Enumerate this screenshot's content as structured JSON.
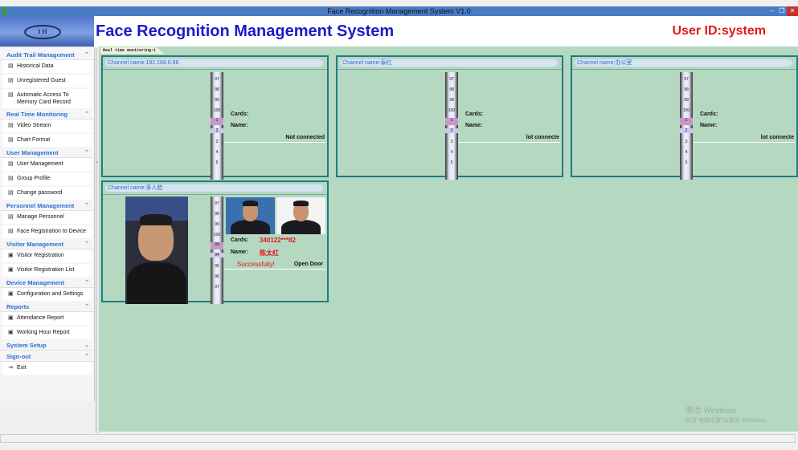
{
  "window": {
    "title": "Face Recognition Management System V1.0",
    "buttons": [
      "‒",
      "❐",
      "✕"
    ]
  },
  "logo": {
    "text": "I H"
  },
  "header": {
    "title": "Face Recognition Management System",
    "user": "User ID:system"
  },
  "sidebar": {
    "sections": [
      {
        "title": "Audit Trail Management",
        "chevron": "⌃",
        "items": [
          "Historical Data",
          "Unregistered Guest",
          "Automatic Access To Memory Card Record"
        ]
      },
      {
        "title": "Real Time Monitoring",
        "chevron": "⌃",
        "items": [
          "Video Stream",
          "Chart Format"
        ]
      },
      {
        "title": "User Management",
        "chevron": "⌃",
        "items": [
          "User Management",
          "Group Profile",
          "Change password"
        ]
      },
      {
        "title": "Personnel Management",
        "chevron": "⌃",
        "items": [
          "Manage Personnel",
          "Face Registration to Device"
        ]
      },
      {
        "title": "Visitor Management",
        "chevron": "⌃",
        "items": [
          "Visitor Registration",
          "Visitor Registration List"
        ]
      },
      {
        "title": "Device Management",
        "chevron": "⌃",
        "items": [
          "Configuration and Settings"
        ]
      },
      {
        "title": "Reports",
        "chevron": "⌃",
        "items": [
          "Attendance Report",
          "Working Hour Report"
        ]
      },
      {
        "title": "System Setup",
        "chevron": "⌄",
        "items": []
      },
      {
        "title": "Sign-out",
        "chevron": "⌃",
        "items": [
          "Exit"
        ]
      }
    ]
  },
  "main": {
    "tab_label": "Real time monitoring:1",
    "channels": [
      {
        "name": "Channel name:192.168.0.88",
        "cards_label": "Cards:",
        "name_label": "Name:",
        "status": "Not connected",
        "ruler": [
          "97",
          "98",
          "99",
          "100",
          "1",
          "2",
          "3",
          "4",
          "5"
        ]
      },
      {
        "name": "Channel name:泰红",
        "cards_label": "Cards:",
        "name_label": "Name:",
        "status": "lot connecte",
        "ruler": [
          "97",
          "98",
          "99",
          "100",
          "1",
          "2",
          "3",
          "4",
          "5"
        ]
      },
      {
        "name": "Channel name:办公室",
        "cards_label": "Cards:",
        "name_label": "Name:",
        "status": "lot connecte",
        "ruler": [
          "97",
          "98",
          "99",
          "100",
          "1",
          "2",
          "3",
          "4",
          "5"
        ]
      }
    ],
    "live_channel": {
      "name": "Channel name:多人脸",
      "ruler": [
        "97",
        "98",
        "99",
        "100",
        "93",
        "94",
        "95",
        "96",
        "97"
      ],
      "cards_label": "Cards:",
      "cards_value": "340122***82",
      "name_label": "Name:",
      "name_value": "陈太红",
      "result": "Successfully!",
      "door": "Open Door"
    }
  },
  "watermark": {
    "line1": "激活 Windows",
    "line2": "转到\"电脑设置\"以激活 Windows。"
  },
  "colors": {
    "accent_blue": "#1a1acc",
    "alert_red": "#e01818",
    "panel_border": "#1f7a86",
    "panel_bg": "#b5d8c0"
  }
}
